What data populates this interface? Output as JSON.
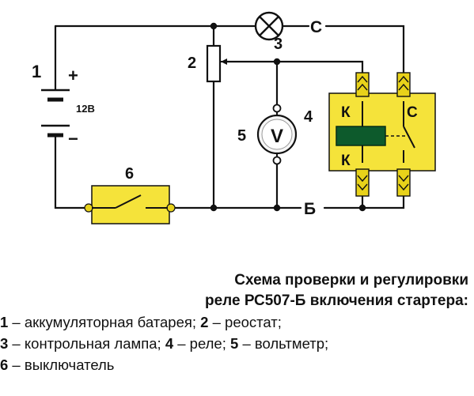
{
  "diagram": {
    "battery": {
      "label": "1",
      "plus": "+",
      "minus": "−",
      "voltage": "12В"
    },
    "rheostat": {
      "label": "2"
    },
    "lamp": {
      "label": "3"
    },
    "relay": {
      "label": "4",
      "coil_top": "К",
      "coil_bottom": "К",
      "contact": "С"
    },
    "voltmeter": {
      "label": "5",
      "symbol": "V"
    },
    "switch": {
      "label": "6"
    },
    "terminal_c": "С",
    "terminal_b": "Б",
    "colors": {
      "relay_body": "#f5e33a",
      "coil": "#0d5a2c",
      "connector": "#e8d21a",
      "wire": "#111111"
    }
  },
  "caption": {
    "title_line1": "Схема проверки и регулировки",
    "title_line2": "реле РС507-Б включения стартера:",
    "items": [
      {
        "num": "1",
        "text": " – аккумуляторная батарея; "
      },
      {
        "num": "2",
        "text": " – реостат;"
      },
      {
        "num": "3",
        "text": " – контрольная лампа; "
      },
      {
        "num": "4",
        "text": " – реле; "
      },
      {
        "num": "5",
        "text": " – вольтметр;"
      },
      {
        "num": "6",
        "text": " – выключатель"
      }
    ]
  }
}
